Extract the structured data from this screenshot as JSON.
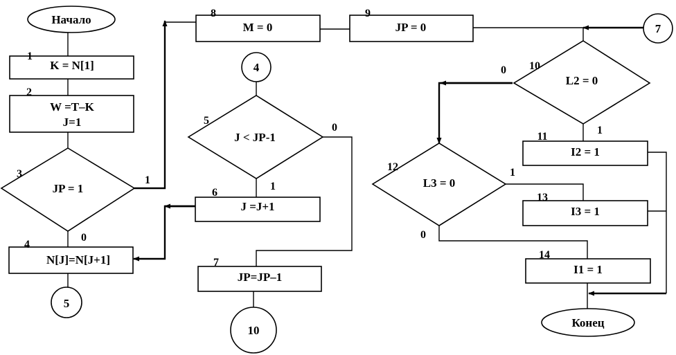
{
  "colors": {
    "stroke": "#000000",
    "background": "#ffffff"
  },
  "terminals": {
    "start": "Начало",
    "end": "Конец"
  },
  "blocks": {
    "b1": {
      "num": "1",
      "text": "K = N[1]"
    },
    "b2": {
      "num": "2",
      "line1": "W =T–K",
      "line2": "J=1"
    },
    "b3": {
      "num": "3",
      "text": "JP = 1"
    },
    "b4": {
      "num": "4",
      "text": "N[J]=N[J+1]"
    },
    "b5": {
      "num": "5",
      "text": "J < JP-1"
    },
    "b6": {
      "num": "6",
      "text": "J =J+1"
    },
    "b7": {
      "num": "7",
      "text": "JP=JP–1"
    },
    "b8": {
      "num": "8",
      "text": "M = 0"
    },
    "b9": {
      "num": "9",
      "text": "JP = 0"
    },
    "b10": {
      "num": "10",
      "text": "L2 = 0"
    },
    "b11": {
      "num": "11",
      "text": "I2 = 1"
    },
    "b12": {
      "num": "12",
      "text": "L3 = 0"
    },
    "b13": {
      "num": "13",
      "text": "I3 = 1"
    },
    "b14": {
      "num": "14",
      "text": "I1 = 1"
    }
  },
  "connectors": {
    "c4": "4",
    "c5": "5",
    "c7": "7",
    "c10": "10"
  },
  "branches": {
    "d3_yes": "1",
    "d3_no": "0",
    "d5_yes": "1",
    "d5_no": "0",
    "d10_yes": "1",
    "d10_no": "0",
    "d12_yes": "1",
    "d12_no": "0"
  }
}
